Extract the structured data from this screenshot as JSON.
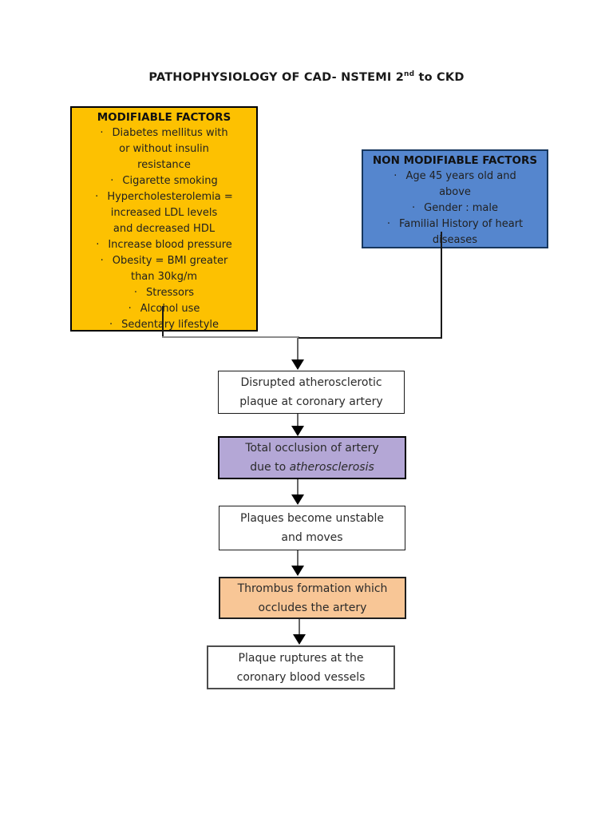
{
  "title": {
    "text_before": "PATHOPHYSIOLOGY OF CAD- NSTEMI 2",
    "superscript": "nd",
    "text_after": " to CKD"
  },
  "bullet_char": "·",
  "modifiable_factors": {
    "heading": "MODIFIABLE FACTORS",
    "fill": "#FDC101",
    "border": "#000000",
    "items": [
      "Diabetes mellitus with\nor without insulin\nresistance",
      "Cigarette smoking",
      "Hypercholesterolemia =\nincreased LDL levels\nand decreased HDL",
      "Increase blood pressure",
      "Obesity = BMI greater\nthan 30kg/m",
      "Stressors",
      "Alcohol use",
      "Sedentary lifestyle"
    ]
  },
  "non_modifiable_factors": {
    "heading": "NON MODIFIABLE FACTORS",
    "fill": "#5586CE",
    "border": "#17375E",
    "items": [
      "Age 45 years old and\nabove",
      "Gender : male",
      "Familial History of heart\ndiseases"
    ]
  },
  "flow_steps": [
    {
      "text": "Disrupted atherosclerotic\nplaque at coronary artery",
      "fill": "#FFFFFF"
    },
    {
      "text_before_italic": "Total occlusion of artery\ndue to ",
      "italic_text": "atherosclerosis",
      "fill": "#B4A7D6"
    },
    {
      "text": "Plaques become unstable\nand moves",
      "fill": "#FFFFFF"
    },
    {
      "text": "Thrombus formation  which\noccludes the artery",
      "fill": "#F8C696"
    },
    {
      "text": "Plaque ruptures at the\ncoronary blood vessels",
      "fill": "#FFFFFF"
    }
  ]
}
